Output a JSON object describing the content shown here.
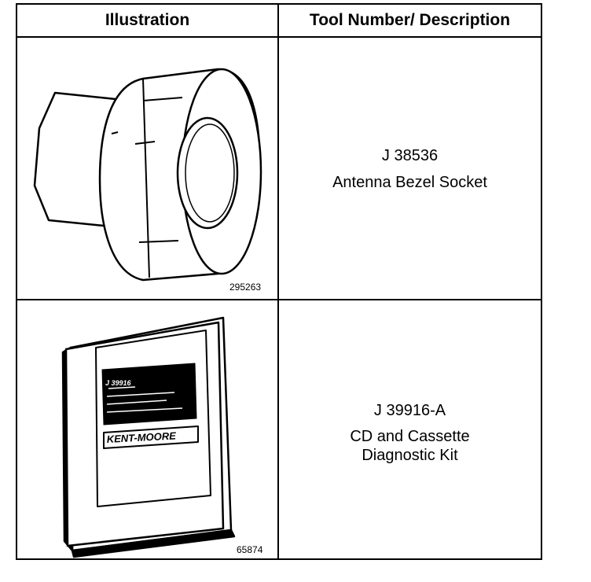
{
  "table": {
    "headers": {
      "illustration": "Illustration",
      "tool": "Tool Number/ Description"
    },
    "rows": [
      {
        "figure_number": "295263",
        "tool_number": "J 38536",
        "description_lines": [
          "Antenna Bezel Socket"
        ]
      },
      {
        "figure_number": "65874",
        "tool_number": "J 39916-A",
        "description_lines": [
          "CD and Cassette",
          "Diagnostic Kit"
        ],
        "book_cover": {
          "part_label": "J 39916",
          "brand": "KENT-MOORE"
        }
      }
    ]
  }
}
